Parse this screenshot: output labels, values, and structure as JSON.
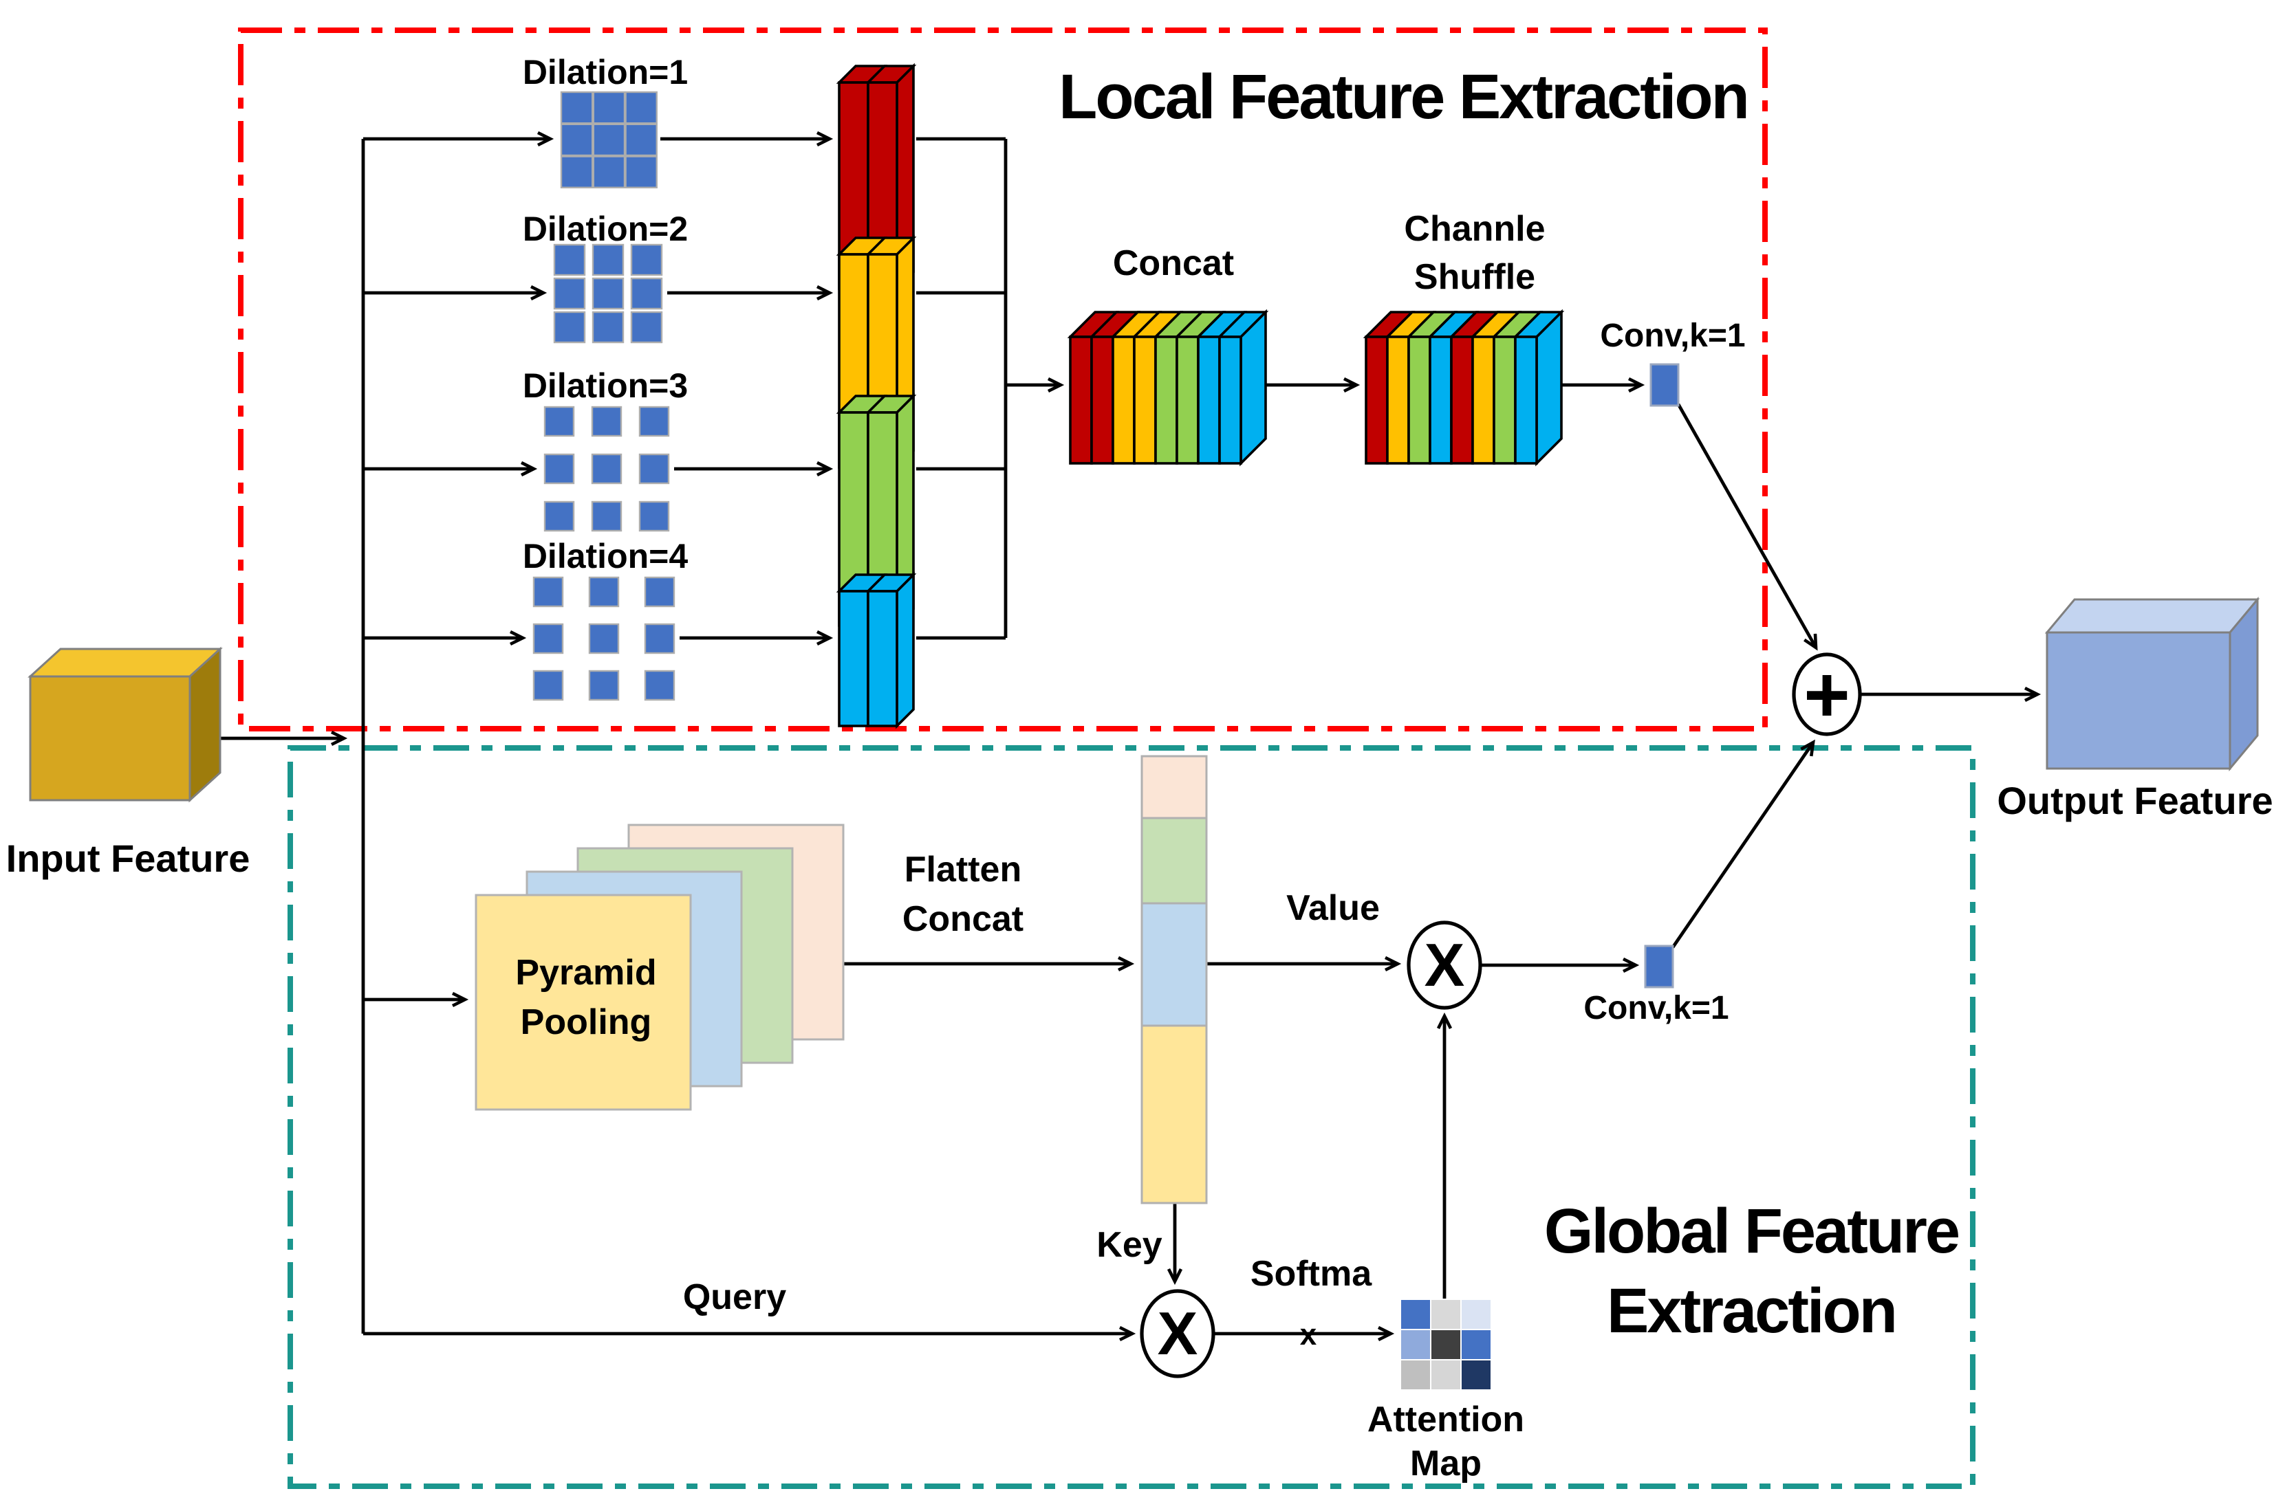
{
  "palette": {
    "box_red": "#FF0000",
    "box_teal": "#1B968E",
    "slab_red": "#C00000",
    "slab_orange": "#FFC000",
    "slab_green": "#92D050",
    "slab_cyan": "#00B0F0",
    "grid_blue": "#4472C4",
    "cube_gold_front": "#D6A61F",
    "cube_gold_top": "#F4C52E",
    "cube_gold_side": "#9E7C0C",
    "cube_blue_front": "#8FAADC",
    "cube_blue_top": "#C3D4F0",
    "cube_blue_side": "#7E9BD4",
    "pp_yellow": "#FFE699",
    "pp_blue": "#BDD7EE",
    "pp_green": "#C6E0B4",
    "pp_peach": "#FBE5D6",
    "line": "#000000"
  },
  "io": {
    "input": "Input Feature",
    "output": "Output Feature"
  },
  "local": {
    "title": "Local Feature Extraction",
    "rows": [
      {
        "label": "Dilation=1"
      },
      {
        "label": "Dilation=2"
      },
      {
        "label": "Dilation=3"
      },
      {
        "label": "Dilation=4"
      }
    ],
    "concat_label": "Concat",
    "shuffle_label_1": "Channle",
    "shuffle_label_2": "Shuffle",
    "conv_label": "Conv,k=1",
    "concat_slab_slices": [
      "red",
      "red",
      "orange",
      "orange",
      "green",
      "green",
      "cyan",
      "cyan"
    ],
    "shuffle_slab_slices": [
      "red",
      "orange",
      "green",
      "cyan",
      "red",
      "orange",
      "green",
      "cyan"
    ],
    "row_slab_1": [
      "red",
      "red"
    ],
    "row_slab_2": [
      "orange",
      "orange"
    ],
    "row_slab_3": [
      "green",
      "green"
    ],
    "row_slab_4": [
      "cyan",
      "cyan"
    ]
  },
  "global": {
    "title_1": "Global Feature",
    "title_2": "Extraction",
    "pyramid_1": "Pyramid",
    "pyramid_2": "Pooling",
    "flatten_1": "Flatten",
    "flatten_2": "Concat",
    "value_label": "Value",
    "key_label": "Key",
    "query_label": "Query",
    "softmax_1": "Softma",
    "softmax_2": "x",
    "attention_1": "Attention",
    "attention_2": "Map",
    "conv_label": "Conv,k=1"
  },
  "ops": {
    "multiply": "X",
    "add": "+"
  },
  "attention_map": {
    "cells": [
      [
        "#4472C4",
        "#D9D9D9",
        "#DAE3F3"
      ],
      [
        "#8FAADC",
        "#3F3F3F",
        "#4472C4"
      ],
      [
        "#BFBFBF",
        "#D6D6D6",
        "#1F3864"
      ]
    ]
  }
}
